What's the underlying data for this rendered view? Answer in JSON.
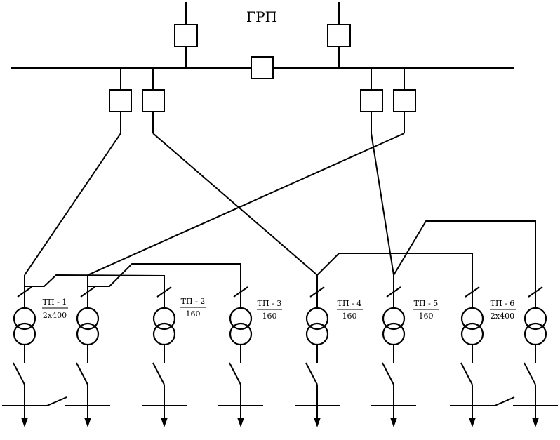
{
  "title": "ГРП",
  "substations": [
    {
      "name": "ТП - 1",
      "rating": "2х400"
    },
    {
      "name": "ТП -  2",
      "rating": "160"
    },
    {
      "name": "ТП - 3",
      "rating": "160"
    },
    {
      "name": "ТП -  4",
      "rating": "160"
    },
    {
      "name": "ТП - 5",
      "rating": "160"
    },
    {
      "name": "ТП - 6",
      "rating": "2х400"
    }
  ]
}
